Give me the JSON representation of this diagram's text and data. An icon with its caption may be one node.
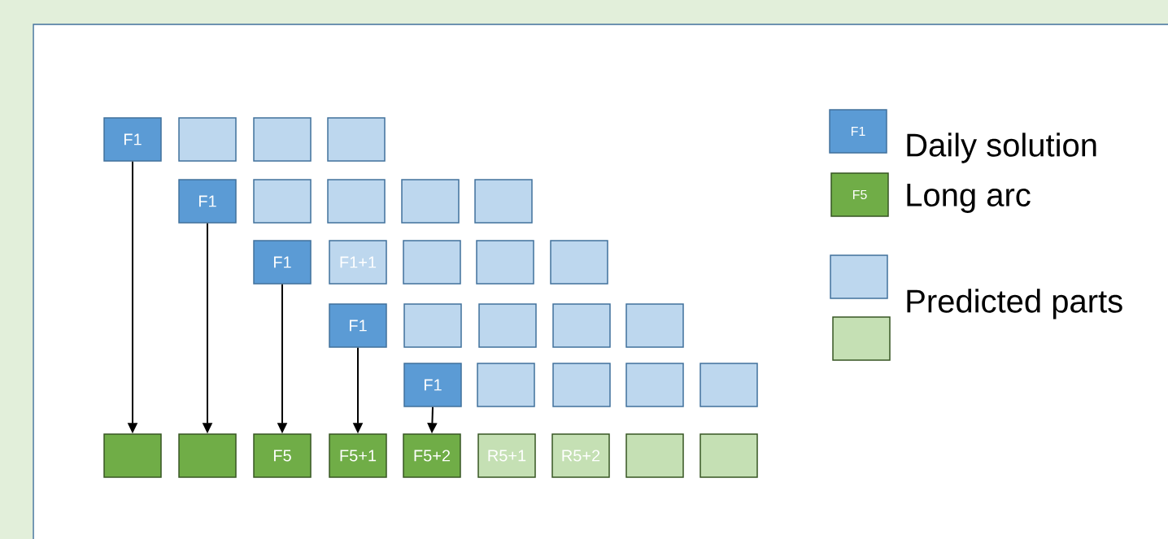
{
  "diagram": {
    "nodes": [
      {
        "text": [
          "F1"
        ]
      },
      {
        "text": [],
        "shape": "box"
      },
      {
        "text": [],
        "shape": "box"
      },
      {
        "text": [],
        "shape": "box"
      },
      {
        "text": [
          "F1"
        ]
      },
      {
        "text": [],
        "shape": "box"
      },
      {
        "text": [],
        "shape": "box"
      },
      {
        "text": [],
        "shape": "box"
      },
      {
        "text": [],
        "shape": "box"
      },
      {
        "text": [
          "F1"
        ]
      },
      {
        "text": [
          "F1+1"
        ]
      },
      {
        "text": [],
        "shape": "box"
      },
      {
        "text": [],
        "shape": "box"
      },
      {
        "text": [],
        "shape": "box"
      },
      {
        "text": [
          "F1"
        ]
      },
      {
        "text": [],
        "shape": "box"
      },
      {
        "text": [],
        "shape": "box"
      },
      {
        "text": [],
        "shape": "box"
      },
      {
        "text": [],
        "shape": "box"
      },
      {
        "text": [
          "F1"
        ]
      },
      {
        "text": [],
        "shape": "box"
      },
      {
        "text": [],
        "shape": "box"
      },
      {
        "text": [],
        "shape": "box"
      },
      {
        "text": [],
        "shape": "box"
      },
      {
        "text": [],
        "shape": "box"
      },
      {
        "text": [],
        "shape": "box"
      },
      {
        "text": [
          "F5"
        ]
      },
      {
        "text": [
          "F5+1"
        ]
      },
      {
        "text": [
          "F5+2"
        ]
      },
      {
        "text": [
          "R5+1"
        ]
      },
      {
        "text": [
          "R5+2"
        ]
      },
      {
        "text": [],
        "shape": "box"
      },
      {
        "text": [],
        "shape": "box"
      }
    ],
    "edges": [
      {
        "from": 0,
        "to": 24,
        "arrow": "to"
      },
      {
        "from": 4,
        "to": 25,
        "arrow": "to"
      },
      {
        "from": 9,
        "to": 26,
        "arrow": "to"
      },
      {
        "from": 14,
        "to": 27,
        "arrow": "to"
      },
      {
        "from": 19,
        "to": 28,
        "arrow": "to"
      }
    ],
    "labels": [
      "F1",
      "F5"
    ],
    "legend": [
      {
        "text": "Daily solution",
        "color": "#5b9bd5"
      },
      {
        "text": "Long arc",
        "color": "#70ad47"
      },
      {
        "text": "Predicted parts",
        "color": "#bdd7ee"
      }
    ]
  }
}
